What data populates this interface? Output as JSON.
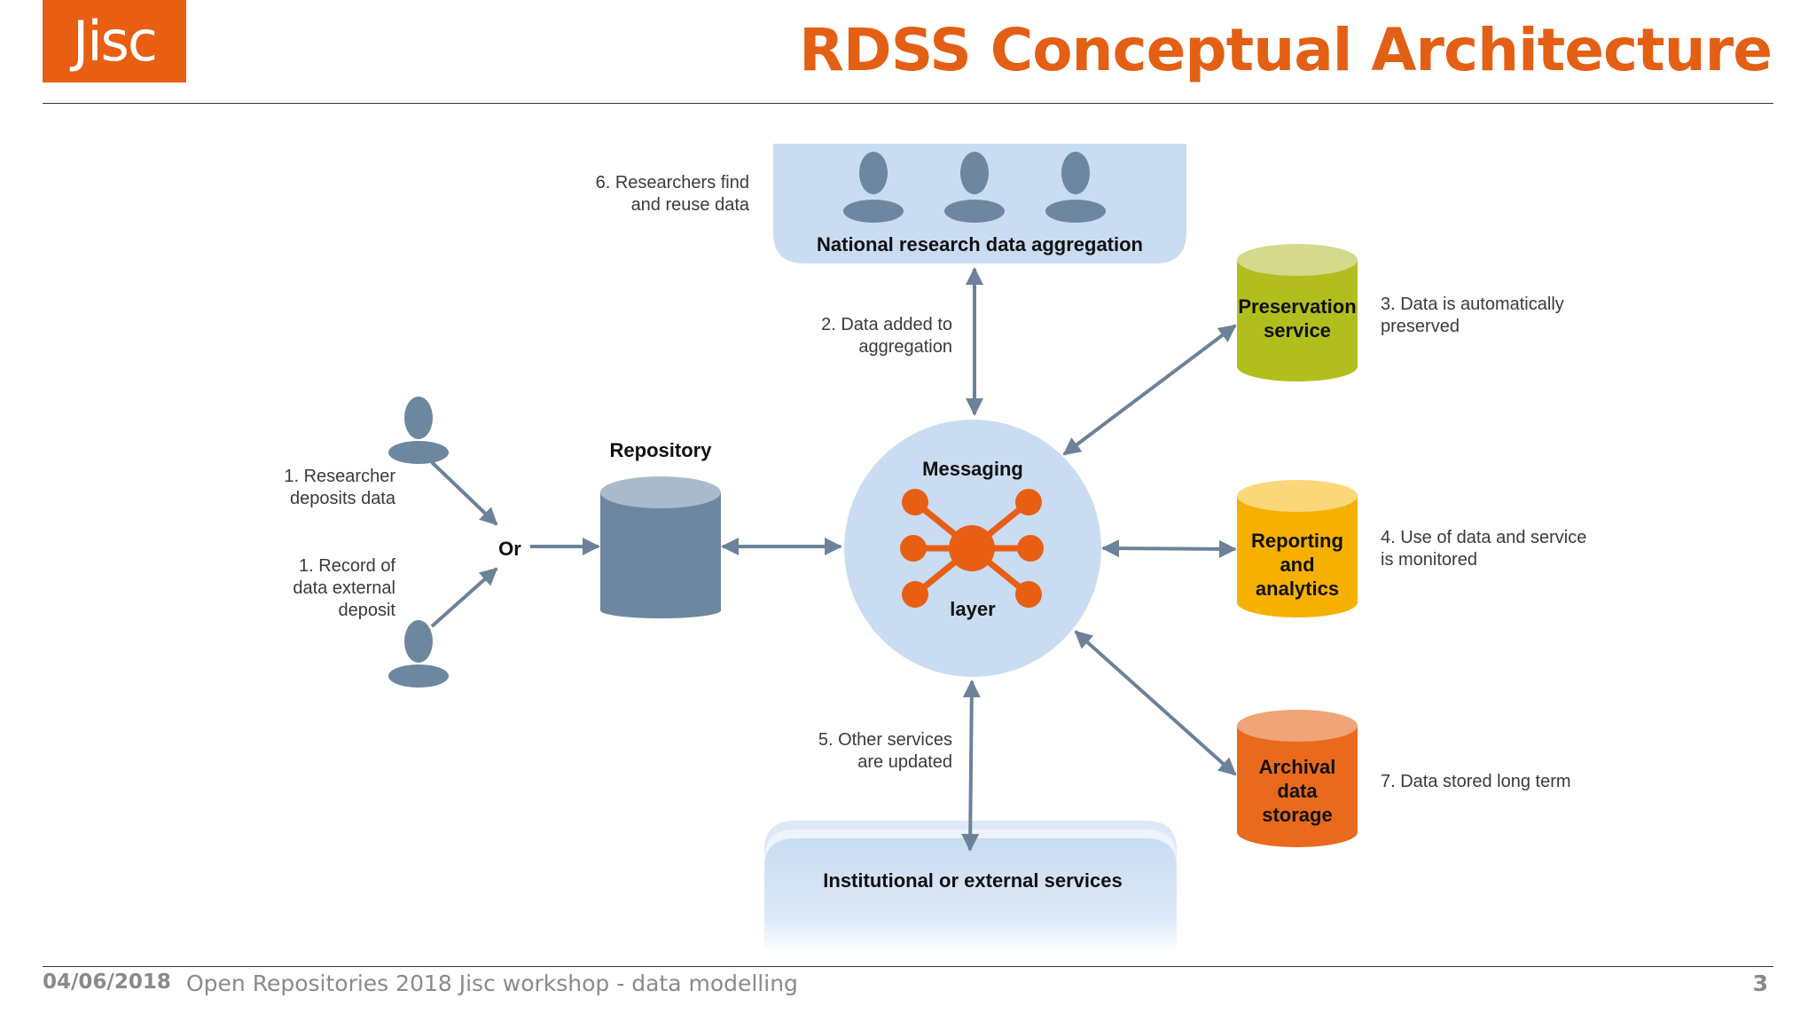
{
  "header": {
    "logo_text": "Jisc",
    "title": "RDSS Conceptual Architecture"
  },
  "footer": {
    "date": "04/06/2018",
    "event": "Open Repositories 2018 Jisc workshop - data modelling",
    "page": "3"
  },
  "diagram": {
    "aggregation": {
      "label": "National research data aggregation",
      "note": [
        "6. Researchers find",
        "and reuse data"
      ]
    },
    "aggregation_arrow_note": [
      "2. Data added to",
      "aggregation"
    ],
    "researcher_note": [
      "1. Researcher",
      "deposits data"
    ],
    "record_note": [
      "1. Record of",
      "data external",
      "deposit"
    ],
    "or_label": "Or",
    "repository_label": "Repository",
    "messaging": {
      "top": "Messaging",
      "bottom": "layer"
    },
    "preservation": {
      "label": [
        "Preservation",
        "service"
      ],
      "note": [
        "3. Data is automatically",
        "preserved"
      ]
    },
    "reporting": {
      "label": [
        "Reporting",
        "and",
        "analytics"
      ],
      "note": [
        "4. Use of data and service",
        "is monitored"
      ]
    },
    "archival": {
      "label": [
        "Archival",
        "data",
        "storage"
      ],
      "note": [
        "7. Data stored long term"
      ]
    },
    "services": {
      "label": "Institutional or external services",
      "note": [
        "5. Other services",
        "are updated"
      ]
    }
  },
  "colors": {
    "brand_orange": "#e85e13",
    "panel_blue": "#c9dcf2",
    "person_gray": "#6d87a0",
    "preservation_green": "#b2be1d",
    "reporting_yellow": "#f6b000",
    "archival_orange": "#ea6a1d"
  }
}
